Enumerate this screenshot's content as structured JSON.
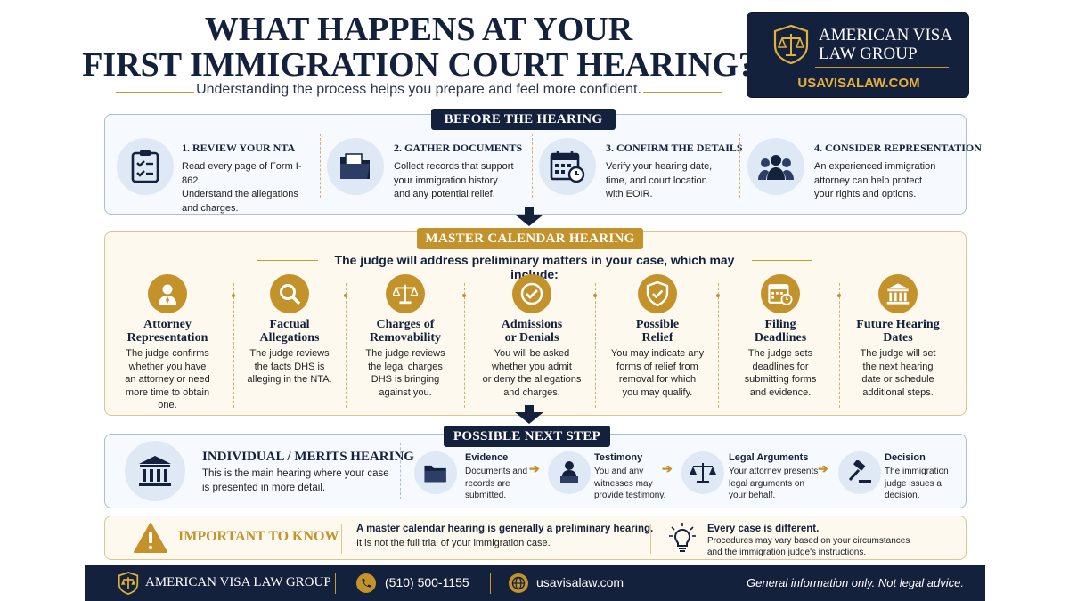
{
  "header": {
    "title_line1": "WHAT HAPPENS AT YOUR",
    "title_line2": "FIRST IMMIGRATION COURT HEARING?",
    "subtitle": "Understanding the process helps you prepare and feel more confident."
  },
  "brand": {
    "name_line1": "AMERICAN VISA",
    "name_line2": "LAW GROUP",
    "url": "USAVISALAW.COM",
    "logo_icon": "scales-shield-icon"
  },
  "before": {
    "label": "BEFORE THE HEARING",
    "steps": [
      {
        "title": "1. REVIEW YOUR NTA",
        "desc": [
          "Read every page of Form I-862.",
          "Understand the allegations",
          "and charges."
        ],
        "icon": "clipboard-check-icon"
      },
      {
        "title": "2. GATHER DOCUMENTS",
        "desc": [
          "Collect records that support",
          "your immigration history",
          "and any potential relief."
        ],
        "icon": "folder-icon"
      },
      {
        "title": "3. CONFIRM THE DETAILS",
        "desc": [
          "Verify your hearing date,",
          "time, and court location",
          "with EOIR."
        ],
        "icon": "calendar-clock-icon"
      },
      {
        "title": "4. CONSIDER REPRESENTATION",
        "desc": [
          "An experienced immigration",
          "attorney can help protect",
          "your rights and options."
        ],
        "icon": "group-icon"
      }
    ]
  },
  "master": {
    "label": "MASTER CALENDAR HEARING",
    "intro": "The judge will address preliminary matters in your case, which may include:",
    "items": [
      {
        "title": [
          "Attorney",
          "Representation"
        ],
        "desc": [
          "The judge confirms",
          "whether you have",
          "an attorney or need",
          "more time to obtain",
          "one."
        ],
        "icon": "person-icon"
      },
      {
        "title": [
          "Factual",
          "Allegations"
        ],
        "desc": [
          "The judge reviews",
          "the facts DHS is",
          "alleging in the NTA."
        ],
        "icon": "magnifier-icon"
      },
      {
        "title": [
          "Charges of",
          "Removability"
        ],
        "desc": [
          "The judge reviews",
          "the legal charges",
          "DHS is bringing",
          "against you."
        ],
        "icon": "scales-icon"
      },
      {
        "title": [
          "Admissions",
          "or Denials"
        ],
        "desc": [
          "You will be asked",
          "whether you admit",
          "or deny the allegations",
          "and charges."
        ],
        "icon": "check-circle-icon"
      },
      {
        "title": [
          "Possible",
          "Relief"
        ],
        "desc": [
          "You may indicate any",
          "forms of relief from",
          "removal for which",
          "you may qualify."
        ],
        "icon": "shield-check-icon"
      },
      {
        "title": [
          "Filing",
          "Deadlines"
        ],
        "desc": [
          "The judge sets",
          "deadlines for",
          "submitting forms",
          "and evidence."
        ],
        "icon": "calendar-clock-icon"
      },
      {
        "title": [
          "Future Hearing",
          "Dates"
        ],
        "desc": [
          "The judge will set",
          "the next hearing",
          "date or schedule",
          "additional steps."
        ],
        "icon": "courthouse-icon"
      }
    ]
  },
  "next": {
    "label": "POSSIBLE NEXT STEP",
    "merits_title": "INDIVIDUAL / MERITS HEARING",
    "merits_desc": [
      "This is the main hearing where your case",
      "is presented in more detail."
    ],
    "merits_icon": "courthouse-icon",
    "flow": [
      {
        "title": "Evidence",
        "desc": [
          "Documents and",
          "records are",
          "submitted."
        ],
        "icon": "folder-icon"
      },
      {
        "title": "Testimony",
        "desc": [
          "You and any",
          "witnesses may",
          "provide testimony."
        ],
        "icon": "witness-podium-icon"
      },
      {
        "title": "Legal Arguments",
        "desc": [
          "Your attorney presents",
          "legal arguments on",
          "your behalf."
        ],
        "icon": "scales-icon"
      },
      {
        "title": "Decision",
        "desc": [
          "The immigration",
          "judge issues a",
          "decision."
        ],
        "icon": "gavel-icon"
      }
    ]
  },
  "important": {
    "label": "IMPORTANT TO KNOW",
    "icon": "warning-icon",
    "main": "A master calendar hearing is generally a preliminary hearing.",
    "sub": "It is not the full trial of your immigration case.",
    "tip_icon": "lightbulb-icon",
    "tip_title": "Every case is different.",
    "tip_lines": [
      "Procedures may vary based on your circumstances",
      "and the immigration judge's instructions."
    ]
  },
  "footer": {
    "firm": "AMERICAN VISA LAW GROUP",
    "phone": "(510) 500-1155",
    "website": "usavisalaw.com",
    "disclaimer": "General information only. Not legal advice."
  },
  "colors": {
    "navy": "#14213d",
    "gold": "#c4922b",
    "light_blue": "#dfe8f5"
  }
}
